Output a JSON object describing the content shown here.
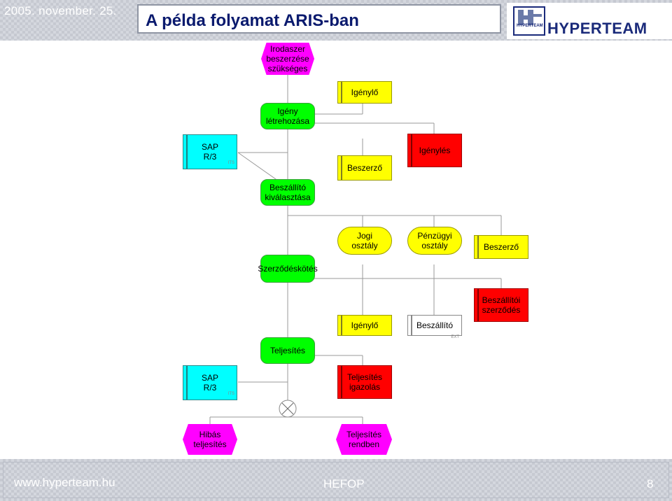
{
  "header": {
    "date": "2005. november. 25.",
    "title": "A példa folyamat ARIS-ban",
    "logo_text": "HYPERTEAM",
    "logo_mark_text": "HYPERTEAM"
  },
  "footer": {
    "url": "www.hyperteam.hu",
    "center": "HEFOP",
    "page": "8"
  },
  "diagram": {
    "event_irodaszer": "Irodaszer beszerzése szükséges",
    "role_igenylo_1": "Igénylő",
    "func_igeny": "Igény létrehozása",
    "sys_sap_1": "SAP R/3",
    "sys_tag_1": "ITS",
    "role_beszerzo_1": "Beszerző",
    "doc_igenyles": "Igénylés",
    "func_beszallito": "Beszállító kiválasztása",
    "org_jogi": "Jogi osztály",
    "org_penzugyi": "Pénzügyi osztály",
    "role_beszerzo_2": "Beszerző",
    "func_szerzodes": "Szerződéskötés",
    "doc_beszallitoi": "Beszállítói szerződés",
    "role_igenylo_2": "Igénylő",
    "role_beszallito": "Beszállító",
    "ext_tag": "EXT",
    "func_teljesites": "Teljesítés",
    "sys_sap_2": "SAP R/3",
    "sys_tag_2": "ITS",
    "doc_teljesites_igazolas": "Teljesítés igazolás",
    "event_hibas": "Hibás teljesítés",
    "event_rendben": "Teljesítés rendben"
  }
}
